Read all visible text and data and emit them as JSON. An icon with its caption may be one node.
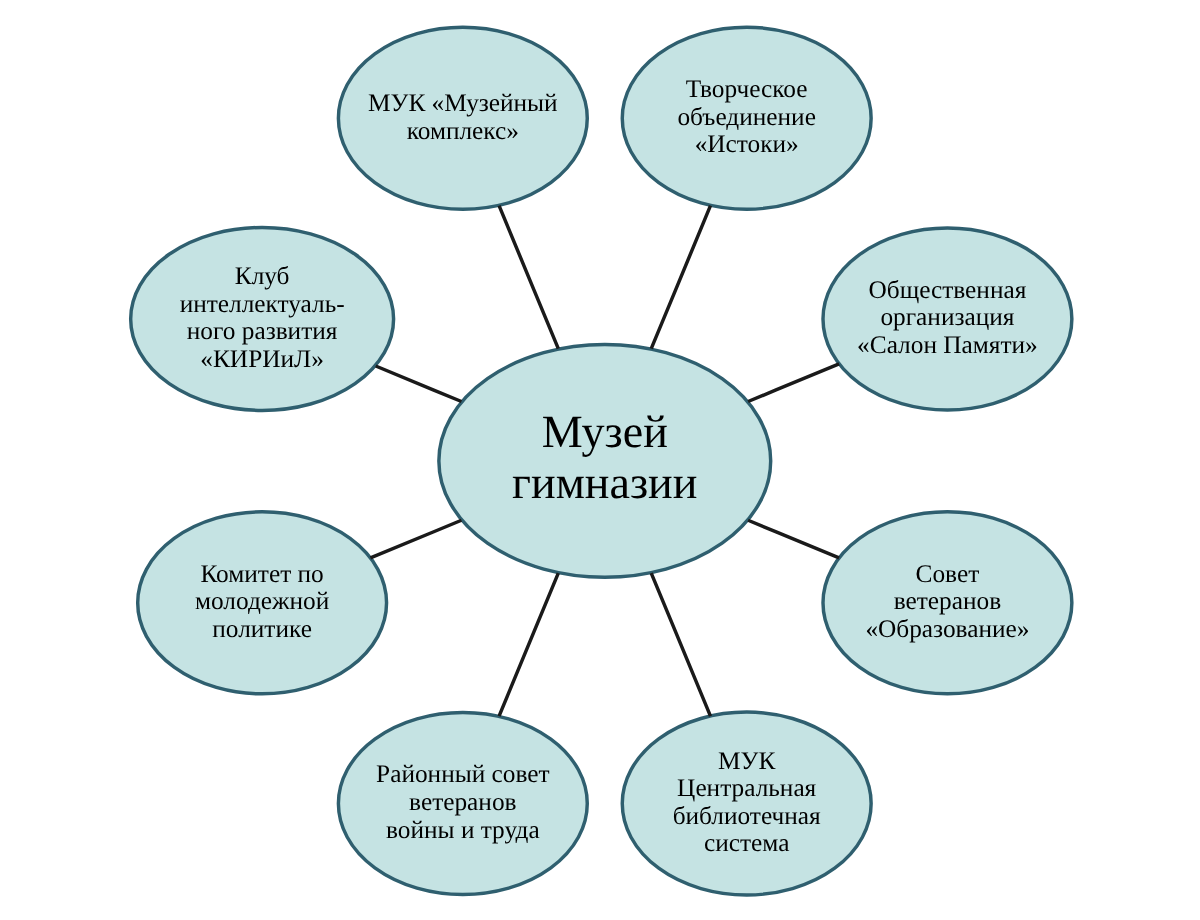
{
  "diagram": {
    "nodes": [
      {
        "text": [
          "Музей гимназии"
        ]
      },
      {
        "text": [
          "Общественная организация «Салон Памяти»"
        ]
      },
      {
        "text": [
          "Творческое объединение «Истоки»"
        ]
      },
      {
        "text": [
          "МУК «Музейный комплекс»"
        ]
      },
      {
        "text": [
          "Клуб интеллектуаль-ного развития «КИРИиЛ»"
        ]
      },
      {
        "text": [
          "Комитет по молодежной политике"
        ]
      },
      {
        "text": [
          "Районный совет ветеранов войны и труда"
        ]
      },
      {
        "text": [
          "МУК Центральная библиотечная система"
        ]
      },
      {
        "text": [
          "Совет ветеранов «Образование»"
        ]
      }
    ],
    "edges": [
      {
        "from": 0,
        "to": 1,
        "arrow": "none"
      },
      {
        "from": 0,
        "to": 3,
        "arrow": "none"
      },
      {
        "from": 0,
        "to": 5,
        "arrow": "none"
      },
      {
        "from": 0,
        "to": 7,
        "arrow": "none"
      },
      {
        "from": 0,
        "to": 8,
        "arrow": "none"
      },
      {
        "from": 0,
        "to": 6,
        "arrow": "none"
      },
      {
        "from": 0,
        "to": 4,
        "arrow": "none"
      },
      {
        "from": 0,
        "to": 2,
        "arrow": "none"
      }
    ]
  }
}
